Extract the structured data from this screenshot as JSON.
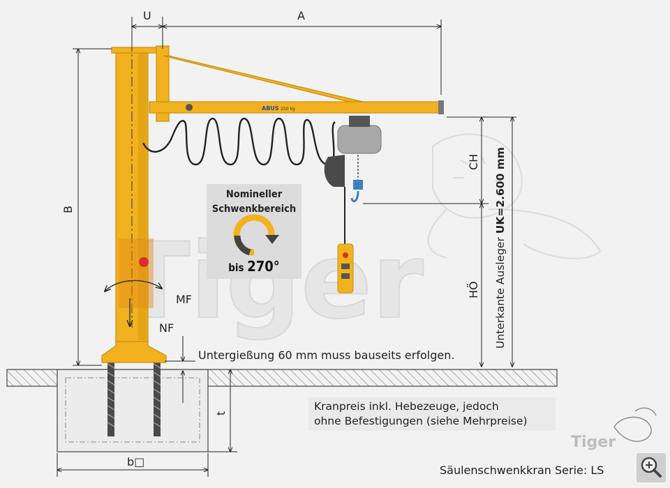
{
  "dimensions": {
    "u": "U",
    "a": "A",
    "b": "B",
    "ch": "CH",
    "ho": "HÖ",
    "t": "t",
    "b_square": "b□",
    "mf": "MF",
    "nf": "NF"
  },
  "clearance_label": {
    "prefix": "Unterkante Ausleger ",
    "value": "UK=2.600 mm"
  },
  "swing_box": {
    "title_line1": "Nomineller",
    "title_line2": "Schwenkbereich",
    "angle_prefix": "bis ",
    "angle_value": "270°"
  },
  "notes": {
    "grouting": "Untergießung 60 mm muss bauseits erfolgen.",
    "price_line1": "Kranpreis inkl. Hebezeuge, jedoch",
    "price_line2": "ohne Befestigungen (siehe Mehrpreise)"
  },
  "brand": {
    "watermark": "Tiger",
    "logo": "Tiger",
    "hoist_label": "ABUS",
    "hoist_capacity": "250 kg"
  },
  "footer": {
    "series": "Säulenschwenkkran Serie:  LS"
  },
  "colors": {
    "crane_yellow": "#f2b11e",
    "crane_shadow": "#d99a12",
    "hoist_grey": "#9a9a9a",
    "hook_blue": "#3f7fc1"
  },
  "icons": {
    "zoom": "zoom-in-icon"
  }
}
